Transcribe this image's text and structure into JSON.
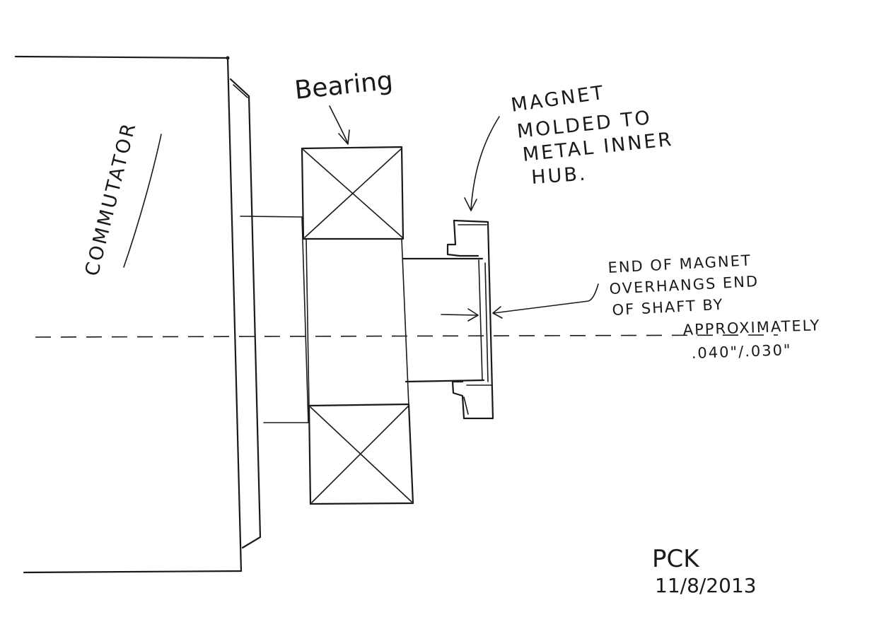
{
  "labels": {
    "commutator": "COMMUTATOR",
    "bearing": "Bearing",
    "magnet_note_lines": [
      "MAGNET",
      "MOLDED  TO",
      "METAL  INNER",
      "HUB."
    ],
    "overhang_note_lines": [
      "END OF MAGNET",
      "OVERHANGS END",
      "OF SHAFT BY",
      "APPROXIMATELY",
      ".040\"/.030\""
    ],
    "signature_initials": "PCK",
    "signature_date": "11/8/2013"
  }
}
